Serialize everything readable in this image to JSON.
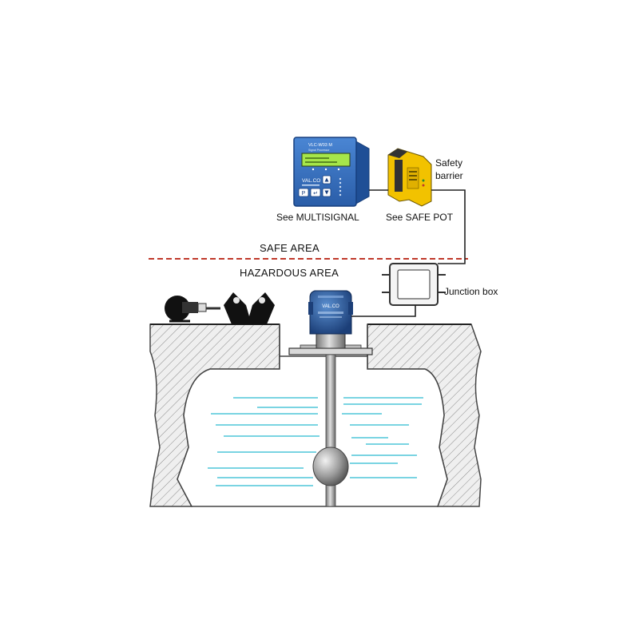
{
  "labels": {
    "safe_area": "SAFE AREA",
    "hazardous_area": "HAZARDOUS AREA",
    "see_multisignal": "See MULTISIGNAL",
    "see_safe_pot": "See SAFE POT",
    "safety_barrier_line1": "Safety",
    "safety_barrier_line2": "barrier",
    "junction_box": "Junction box"
  },
  "controller": {
    "model": "VLC-W03 M",
    "subtitle": "Signal Processor",
    "brand": "VAL.CO",
    "key_p": "P",
    "key_enter": "↵"
  },
  "transmitter_head": {
    "brand": "VAL.CO"
  },
  "colors": {
    "boundary_line": "#c0392b",
    "liquid": "#4fc6d8",
    "controller_blue": "#2e6fc0",
    "barrier_yellow": "#f2c200",
    "hatch": "#555555",
    "wire": "#222222"
  }
}
